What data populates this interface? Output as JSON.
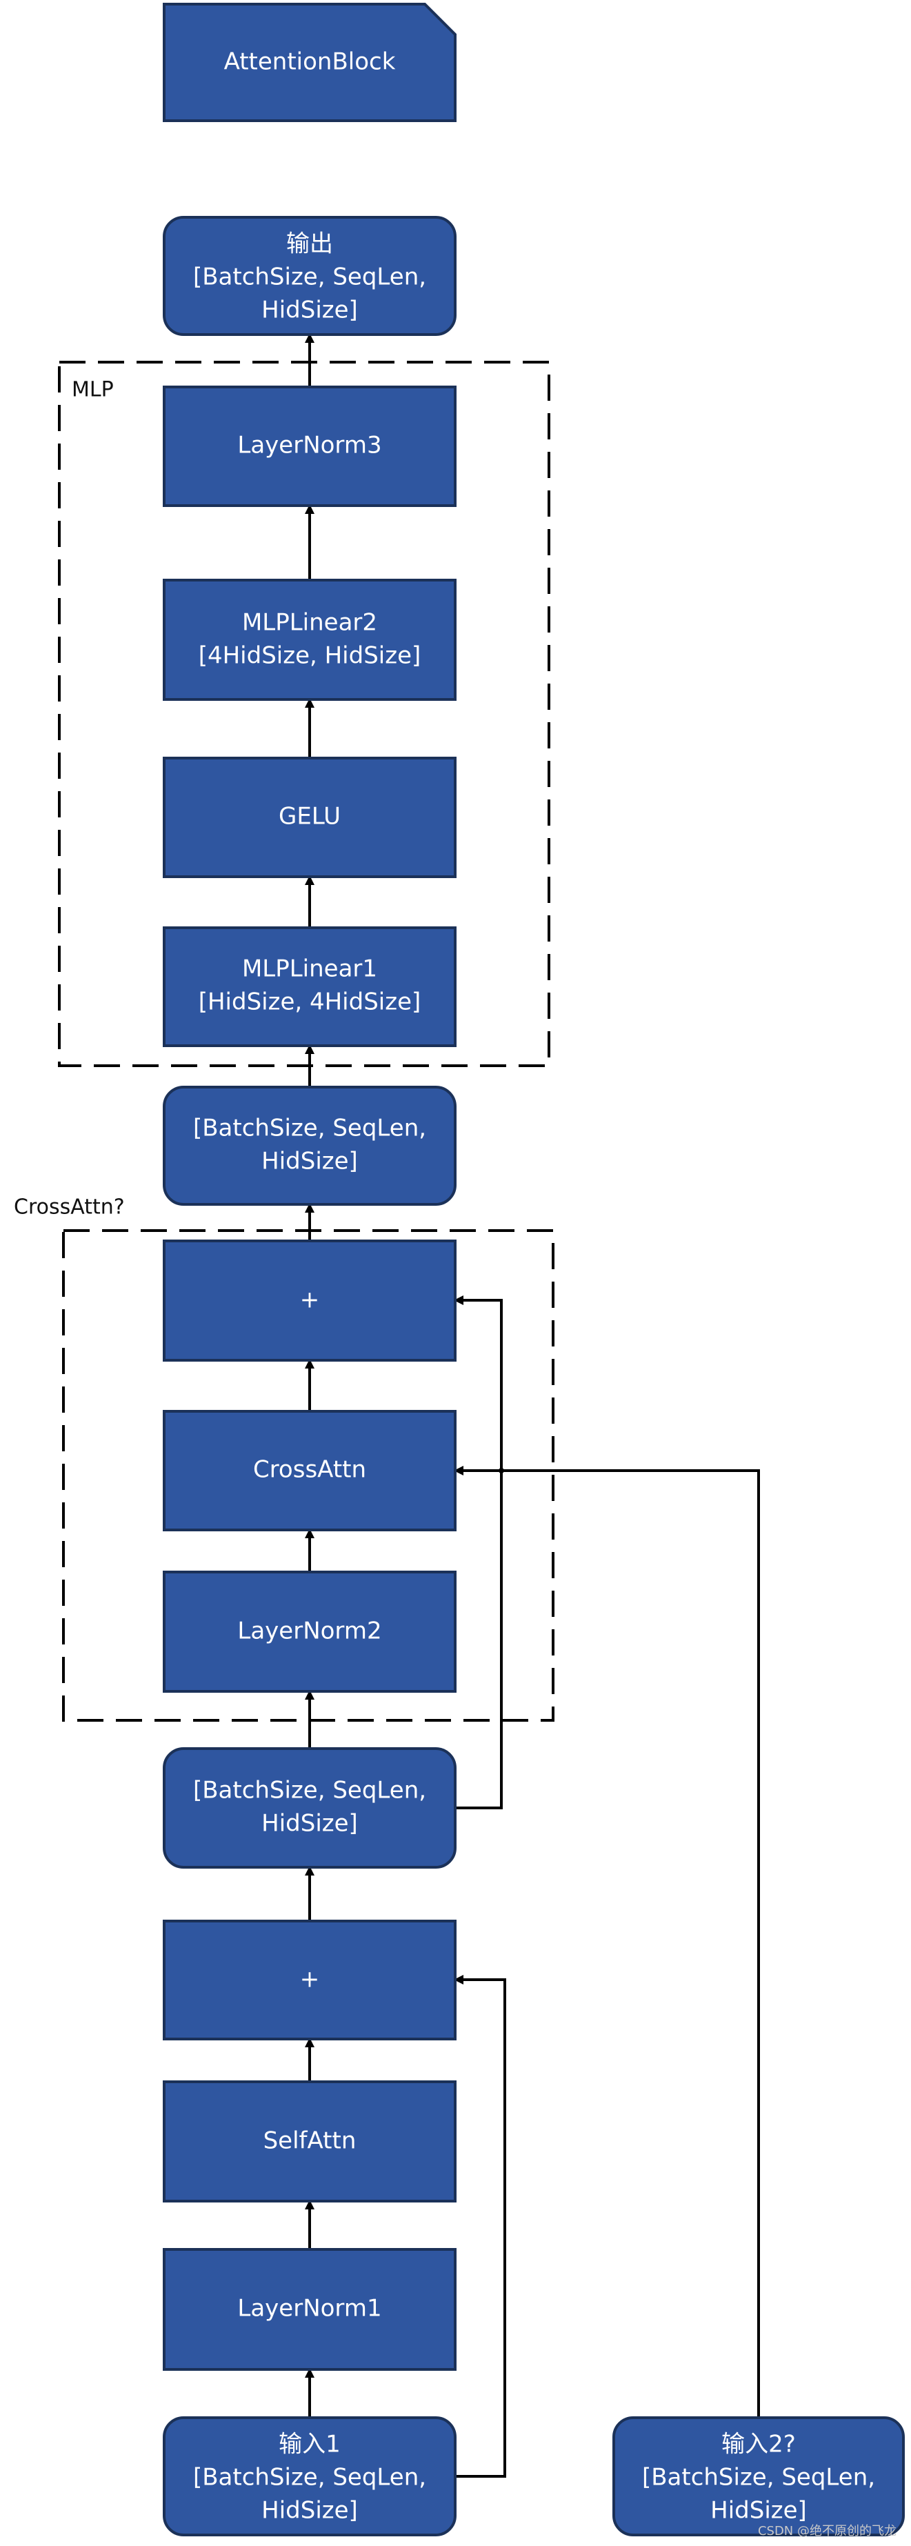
{
  "diagram": {
    "attention_block": {
      "line1": "AttentionBlock"
    },
    "output": {
      "line1": "输出",
      "line2": "[BatchSize, SeqLen,",
      "line3": "HidSize]"
    },
    "mlp_group": {
      "label": "MLP"
    },
    "layer_norm3": {
      "line1": "LayerNorm3"
    },
    "mlp_linear2": {
      "line1": "MLPLinear2",
      "line2": "[4HidSize, HidSize]"
    },
    "gelu": {
      "line1": "GELU"
    },
    "mlp_linear1": {
      "line1": "MLPLinear1",
      "line2": "[HidSize, 4HidSize]"
    },
    "mid_tensor2": {
      "line1": "[BatchSize, SeqLen,",
      "line2": "HidSize]"
    },
    "cross_attn_group": {
      "label": "CrossAttn?"
    },
    "plus2": {
      "line1": "+"
    },
    "cross_attn": {
      "line1": "CrossAttn"
    },
    "layer_norm2": {
      "line1": "LayerNorm2"
    },
    "mid_tensor1": {
      "line1": "[BatchSize, SeqLen,",
      "line2": "HidSize]"
    },
    "plus1": {
      "line1": "+"
    },
    "self_attn": {
      "line1": "SelfAttn"
    },
    "layer_norm1": {
      "line1": "LayerNorm1"
    },
    "input1": {
      "line1": "输入1",
      "line2": "[BatchSize, SeqLen,",
      "line3": "HidSize]"
    },
    "input2": {
      "line1": "输入2?",
      "line2": "[BatchSize, SeqLen,",
      "line3": "HidSize]"
    }
  },
  "watermark": {
    "text": "CSDN @绝不原创的飞龙"
  },
  "colors": {
    "box_fill": "#2f56a0",
    "box_stroke": "#1b3158",
    "text": "#ffffff",
    "line": "#000000",
    "dash": "#000000"
  }
}
